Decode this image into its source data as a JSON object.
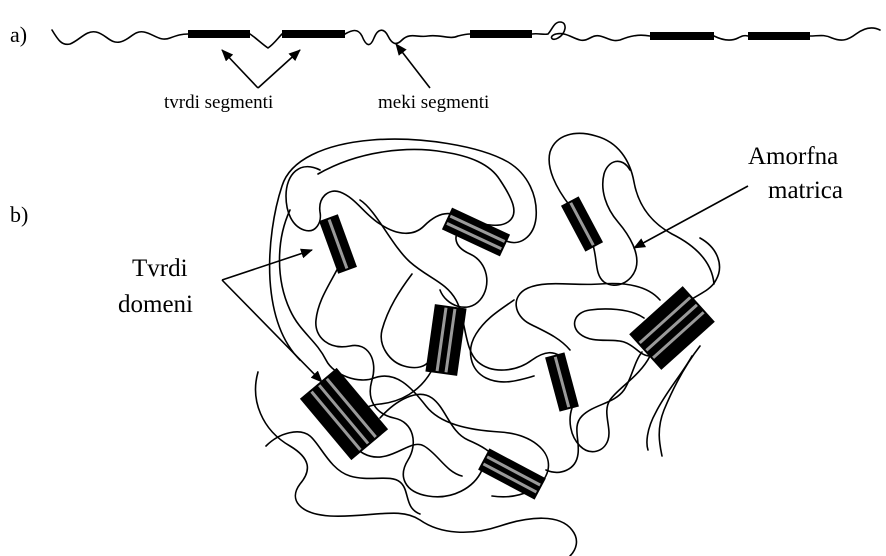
{
  "part_a": {
    "label": "a)",
    "hard_segments_label": "tvrdi segmenti",
    "soft_segments_label": "meki segmenti"
  },
  "part_b": {
    "label": "b)",
    "hard_domains_label_line1": "Tvrdi",
    "hard_domains_label_line2": "domeni",
    "amorphous_matrix_label_line1": "Amorfna",
    "amorphous_matrix_label_line2": "matrica"
  },
  "colors": {
    "line": "#000000",
    "hard_block": "#000000",
    "hard_stripe": "#9a9a9a",
    "background": "#ffffff"
  }
}
